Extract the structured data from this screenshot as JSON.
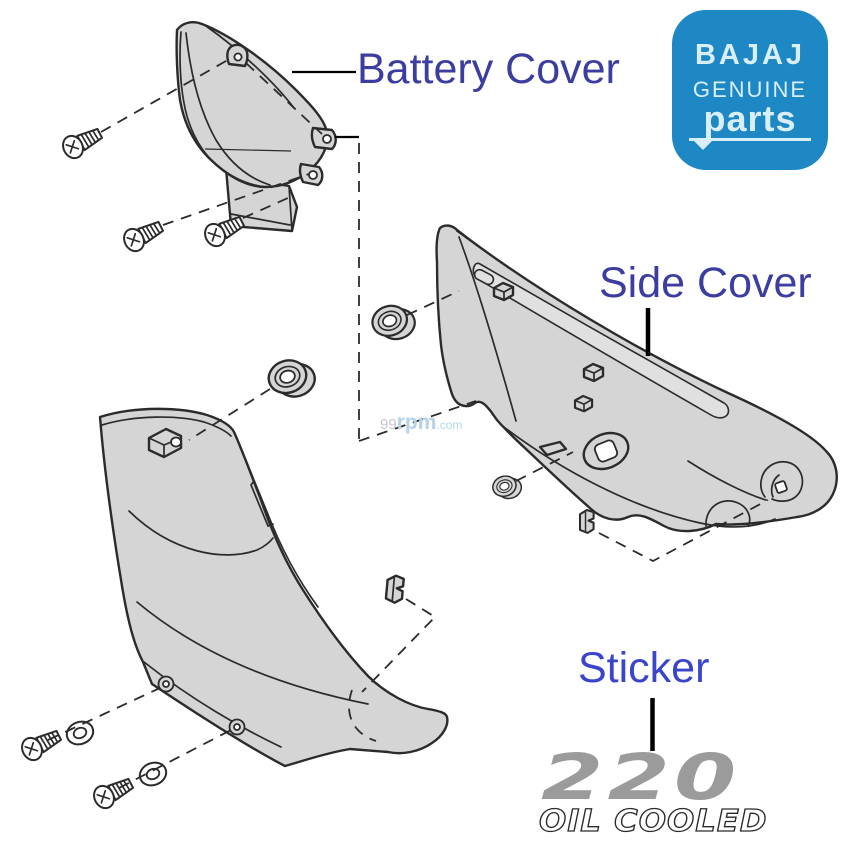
{
  "labels": {
    "battery_cover": "Battery Cover",
    "side_cover": "Side Cover",
    "sticker": "Sticker"
  },
  "logo": {
    "brand": "BAJAJ",
    "genuine": "GENUINE",
    "parts": "parts"
  },
  "sticker_graphic": {
    "number": "220",
    "subtitle": "OIL COOLED"
  },
  "watermark": {
    "prefix": "99",
    "name": "rpm",
    "suffix": ".com"
  },
  "colors": {
    "label_text": "#3c3da1",
    "sticker_label_text": "#3a45cb",
    "logo_bg": "#1e88c5",
    "logo_text": "#d8eef8",
    "part_fill": "#d5d5d5",
    "outline": "#2b2b2b",
    "sticker_number": "#9b9b9b",
    "watermark_prefix": "#c9c3d2",
    "watermark_name": "#b5d2e8",
    "watermark_suffix": "#aed9e2"
  }
}
